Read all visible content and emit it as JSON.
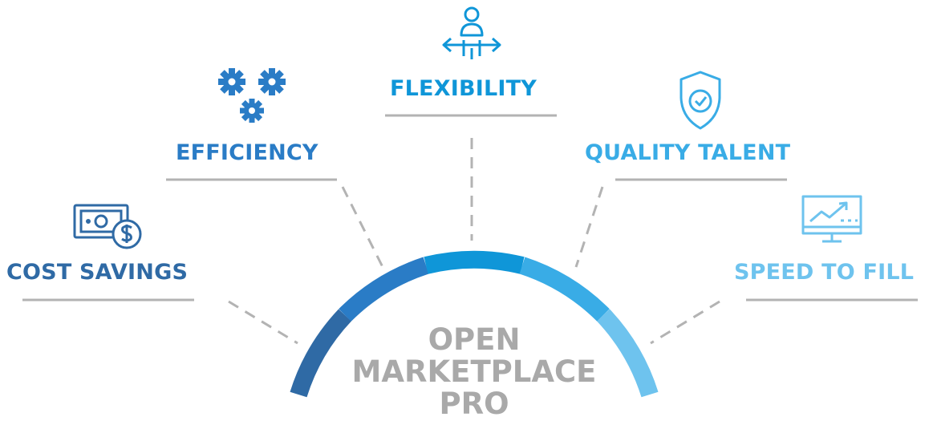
{
  "center": {
    "lines": [
      "OPEN",
      "MARKETPLACE",
      "PRO"
    ],
    "color": "#a9a9a9"
  },
  "benefits": [
    {
      "label": "COST SAVINGS",
      "icon": "money-bill-dollar-icon",
      "color": "#2f6aa5"
    },
    {
      "label": "EFFICIENCY",
      "icon": "gears-icon",
      "color": "#2a7cc6"
    },
    {
      "label": "FLEXIBILITY",
      "icon": "person-arrows-icon",
      "color": "#0f96d8"
    },
    {
      "label": "QUALITY TALENT",
      "icon": "shield-check-icon",
      "color": "#39ace6"
    },
    {
      "label": "SPEED TO FILL",
      "icon": "chart-monitor-icon",
      "color": "#6ec3ee"
    }
  ],
  "arc_colors": [
    "#2f6aa5",
    "#2a7cc6",
    "#0f96d8",
    "#39ace6",
    "#6ec3ee"
  ],
  "line_color": "#b3b3b3"
}
